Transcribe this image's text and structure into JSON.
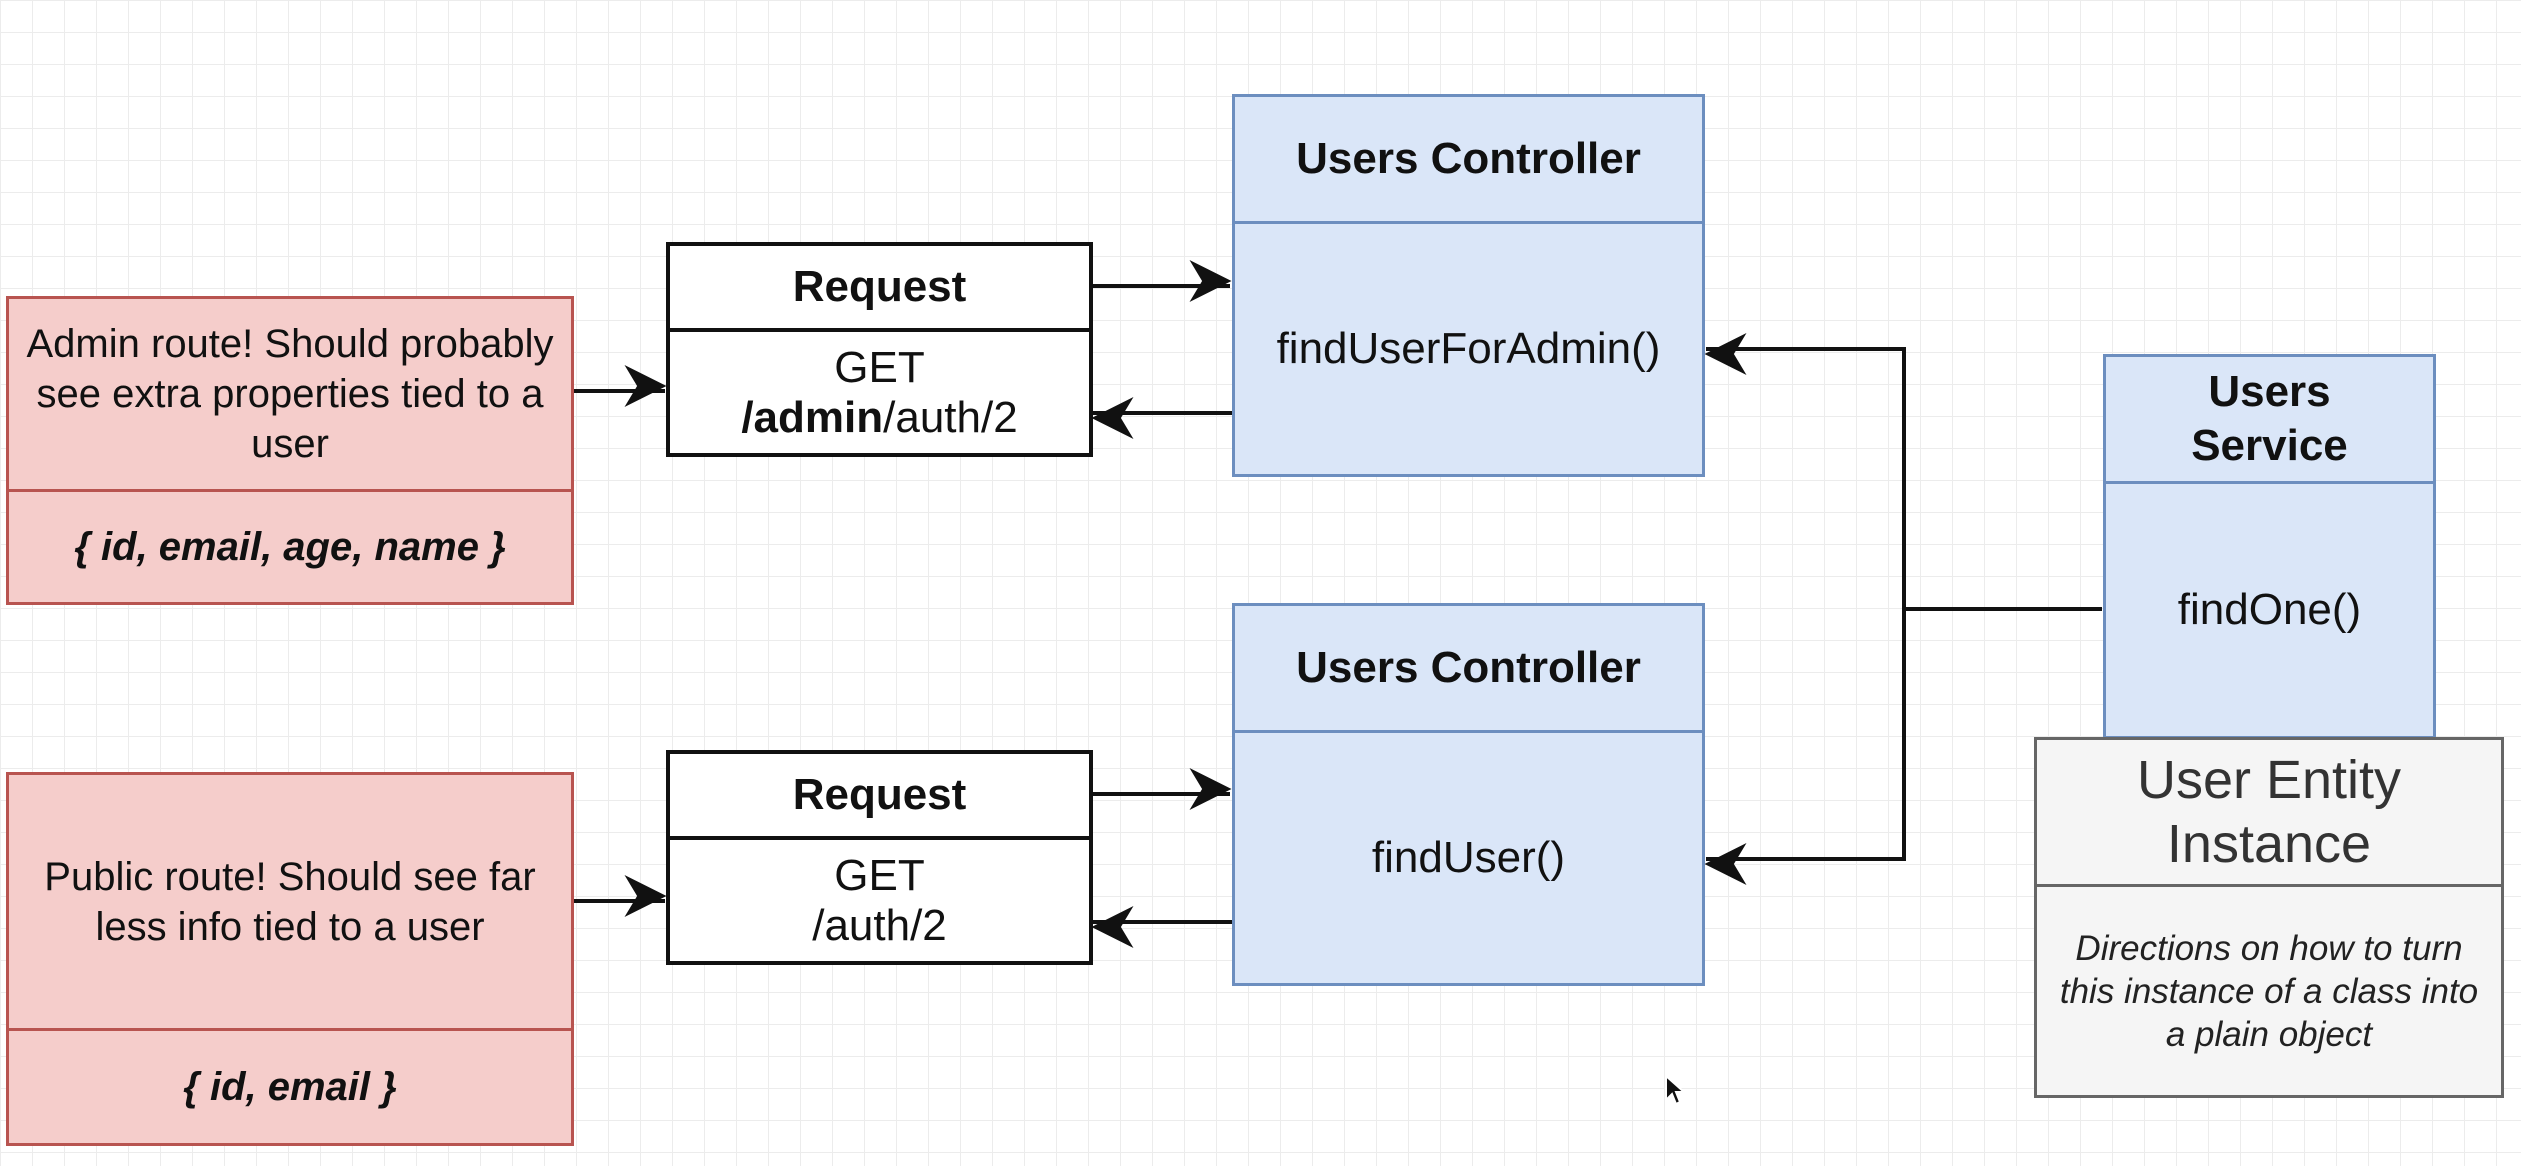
{
  "admin_note": {
    "text": "Admin route! Should probably see extra properties tied to a user",
    "fields": "{ id, email, age, name }"
  },
  "public_note": {
    "text": "Public route! Should see far less info tied to a user",
    "fields": "{ id, email }"
  },
  "admin_request": {
    "title": "Request",
    "method": "GET",
    "path_prefix": "/",
    "path_bold": "admin",
    "path_suffix": "/auth/2"
  },
  "public_request": {
    "title": "Request",
    "method": "GET",
    "path": "/auth/2"
  },
  "admin_controller": {
    "title": "Users Controller",
    "method": "findUserForAdmin()"
  },
  "public_controller": {
    "title": "Users Controller",
    "method": "findUser()"
  },
  "users_service": {
    "title": "Users Service",
    "method": "findOne()"
  },
  "user_entity": {
    "title": "User Entity Instance",
    "description": "Directions on how to turn this instance of a class into a plain object"
  },
  "colors": {
    "note_fill": "#f5cdcb",
    "note_border": "#b85450",
    "class_fill": "#dae6f8",
    "class_border": "#6c8ebf",
    "entity_fill": "#f5f5f5",
    "entity_border": "#666666",
    "connector": "#111111"
  }
}
